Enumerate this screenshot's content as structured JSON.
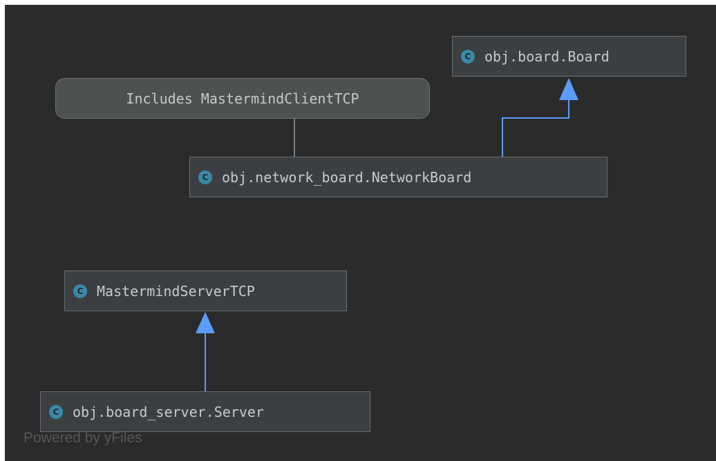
{
  "diagram": {
    "nodes": {
      "board": {
        "label": "obj.board.Board",
        "icon": "class-icon"
      },
      "note": {
        "label": "Includes MastermindClientTCP"
      },
      "network_board": {
        "label": "obj.network_board.NetworkBoard",
        "icon": "class-icon"
      },
      "server_tcp": {
        "label": "MastermindServerTCP",
        "icon": "class-icon"
      },
      "board_server": {
        "label": "obj.board_server.Server",
        "icon": "class-icon"
      }
    },
    "edges": [
      {
        "from": "network_board",
        "to": "board",
        "type": "inheritance"
      },
      {
        "from": "board_server",
        "to": "server_tcp",
        "type": "inheritance"
      },
      {
        "from": "note",
        "to": "network_board",
        "type": "note-link"
      }
    ],
    "icon_letter": "C",
    "watermark": "Powered by yFiles"
  },
  "colors": {
    "background": "#2b2b2b",
    "node_fill": "#3c3f41",
    "node_border": "#6a6d70",
    "note_fill": "#4d5150",
    "class_icon": "#3b88a6",
    "inheritance_arrow": "#5a9cf8",
    "note_link": "#7a7d7f",
    "text": "#c9c9c9"
  }
}
